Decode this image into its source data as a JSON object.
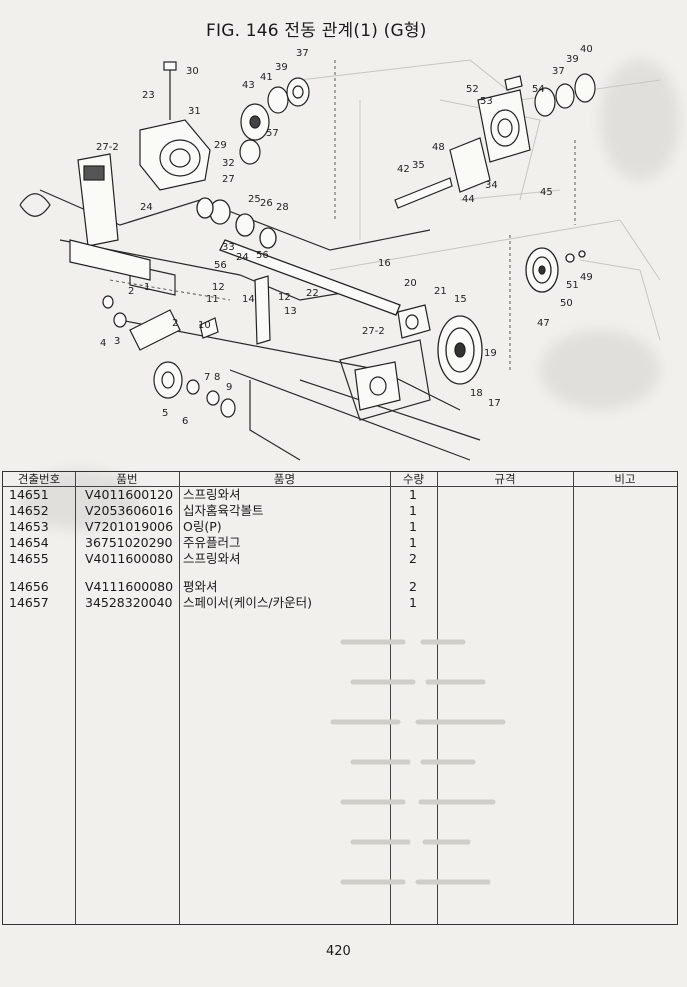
{
  "figure": {
    "title": "FIG. 146 전동 관계(1) (G형)"
  },
  "diagram": {
    "callouts": [
      "30",
      "23",
      "31",
      "27-2",
      "29",
      "32",
      "43",
      "41",
      "39",
      "37",
      "57",
      "27",
      "24",
      "33",
      "25",
      "26",
      "28",
      "52",
      "53",
      "54",
      "37",
      "39",
      "40",
      "48",
      "42",
      "35",
      "34",
      "44",
      "45",
      "16",
      "22",
      "56",
      "12",
      "11",
      "10",
      "14",
      "13",
      "12",
      "24",
      "56",
      "21",
      "20",
      "15",
      "27-2",
      "19",
      "18",
      "17",
      "4",
      "3",
      "2",
      "1",
      "2",
      "5",
      "6",
      "7",
      "8",
      "9",
      "51",
      "49",
      "50",
      "47"
    ]
  },
  "table": {
    "headers": {
      "code": "견출번호",
      "part_no": "품번",
      "name": "품명",
      "qty": "수량",
      "spec": "규격",
      "remarks": "비고"
    },
    "rows": [
      {
        "code": "14651",
        "part_no": "V4011600120",
        "name": "스프링와셔",
        "qty": "1"
      },
      {
        "code": "14652",
        "part_no": "V2053606016",
        "name": "십자홈육각볼트",
        "qty": "1"
      },
      {
        "code": "14653",
        "part_no": "V7201019006",
        "name": "O링(P)",
        "qty": "1"
      },
      {
        "code": "14654",
        "part_no": "36751020290",
        "name": "주유플러그",
        "qty": "1"
      },
      {
        "code": "14655",
        "part_no": "V4011600080",
        "name": "스프링와셔",
        "qty": "2"
      },
      {
        "code": "14656",
        "part_no": "V4111600080",
        "name": "평와셔",
        "qty": "2"
      },
      {
        "code": "14657",
        "part_no": "34528320040",
        "name": "스페이서(케이스/카운터)",
        "qty": "1"
      }
    ]
  },
  "page_number": "420"
}
